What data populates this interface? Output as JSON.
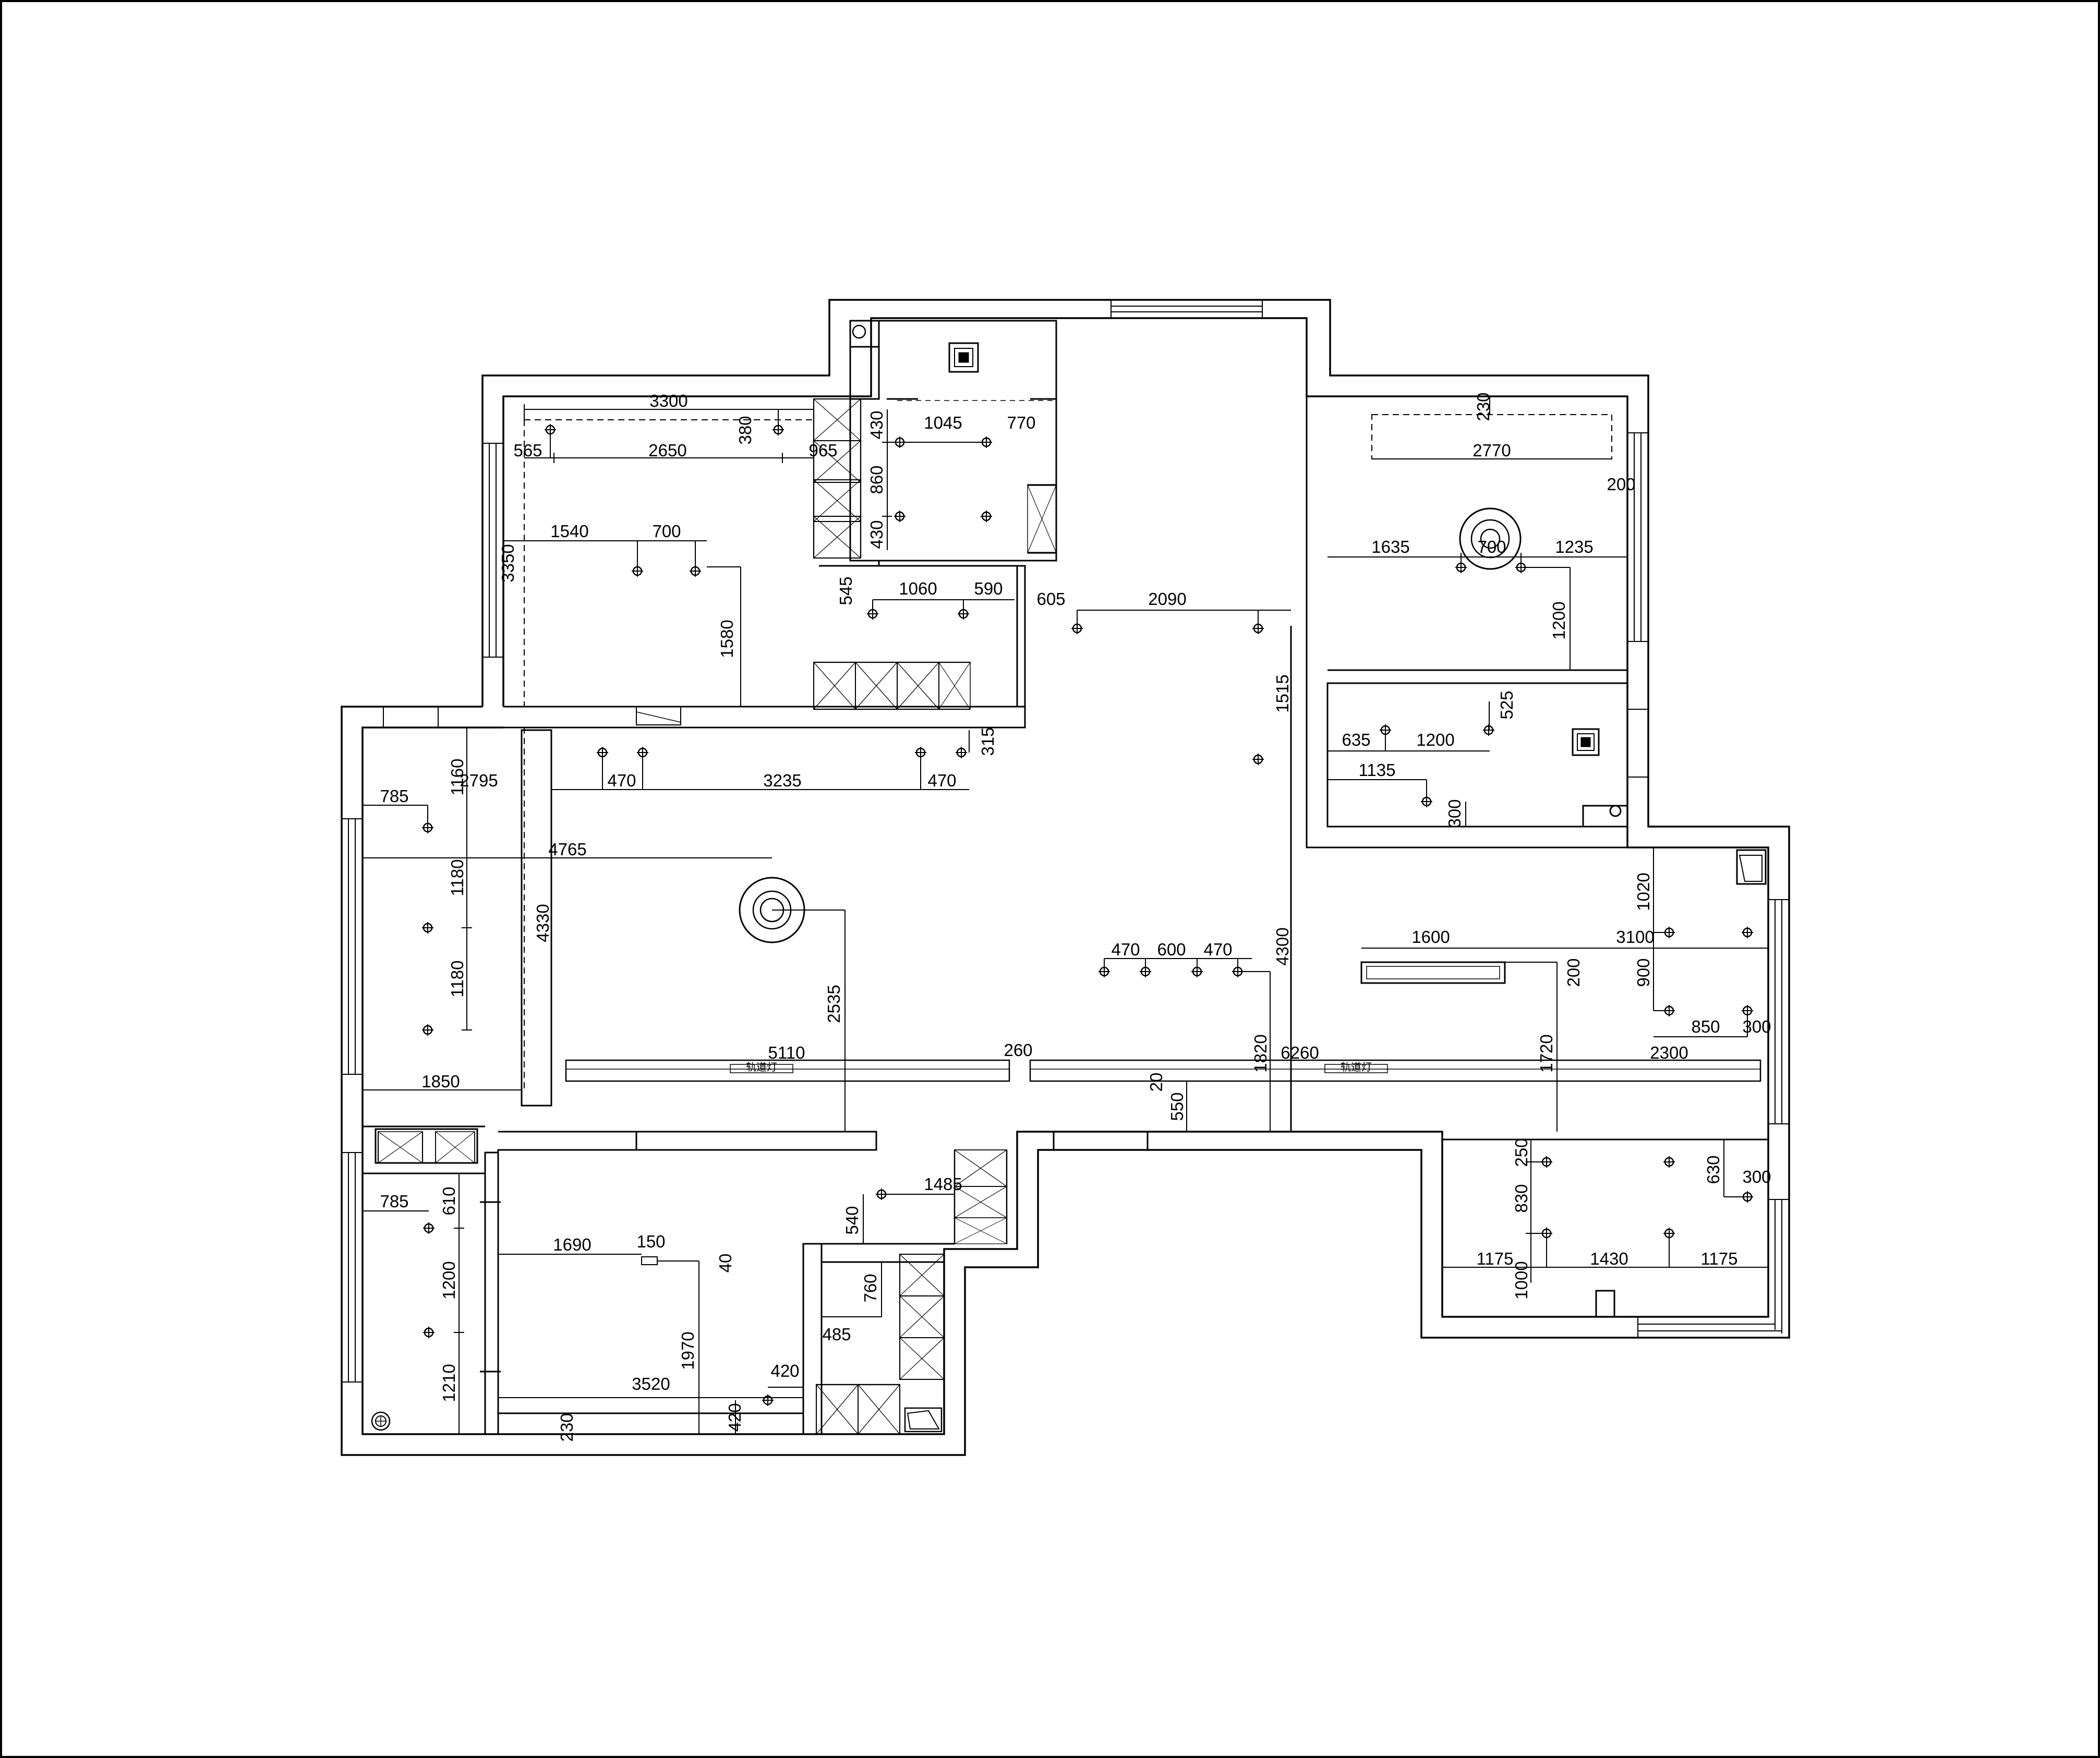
{
  "colors": {
    "line": "#000000",
    "background": "#ffffff"
  },
  "labels": {
    "d3300": "3300",
    "d380": "380",
    "d565": "565",
    "d2650": "2650",
    "d965": "965",
    "d3350": "3350",
    "d1540": "1540",
    "d700a": "700",
    "d1580": "1580",
    "d430a": "430",
    "d860": "860",
    "d430b": "430",
    "d1045": "1045",
    "d770": "770",
    "d545": "545",
    "d1060": "1060",
    "d590": "590",
    "d605": "605",
    "d2090": "2090",
    "d1515": "1515",
    "d4300": "4300",
    "d230a": "230",
    "d2770": "2770",
    "d200a": "200",
    "d1635": "1635",
    "d700b": "700",
    "d1235": "1235",
    "d1200a": "1200",
    "d525": "525",
    "d635": "635",
    "d1200b": "1200",
    "d1135": "1135",
    "d300a": "300",
    "d315": "315",
    "d2795": "2795",
    "d1160": "1160",
    "d470a": "470",
    "d3235": "3235",
    "d470b": "470",
    "d785a": "785",
    "d4765": "4765",
    "d1180a": "1180",
    "d1180b": "1180",
    "d4330": "4330",
    "d1850": "1850",
    "d2535": "2535",
    "d470c": "470",
    "d600": "600",
    "d470d": "470",
    "d5110": "5110",
    "d260": "260",
    "d1820": "1820",
    "d6260": "6260",
    "d20": "20",
    "d550": "550",
    "d1720": "1720",
    "d2300": "2300",
    "d1600": "1600",
    "d200b": "200",
    "d3100": "3100",
    "d1020": "1020",
    "d900": "900",
    "d850": "850",
    "d300b": "300",
    "d250": "250",
    "d830": "830",
    "d630": "630",
    "d300c": "300",
    "d1175a": "1175",
    "d1430": "1430",
    "d1175b": "1175",
    "d1000": "1000",
    "d1485": "1485",
    "d540": "540",
    "d785b": "785",
    "d610": "610",
    "d1200c": "1200",
    "d1210": "1210",
    "d1690": "1690",
    "d150": "150",
    "d40": "40",
    "d1970": "1970",
    "d3520": "3520",
    "d420a": "420",
    "d420b": "420",
    "d230b": "230",
    "d760": "760",
    "d485": "485",
    "track1": "轨道灯",
    "track2": "轨道灯"
  }
}
